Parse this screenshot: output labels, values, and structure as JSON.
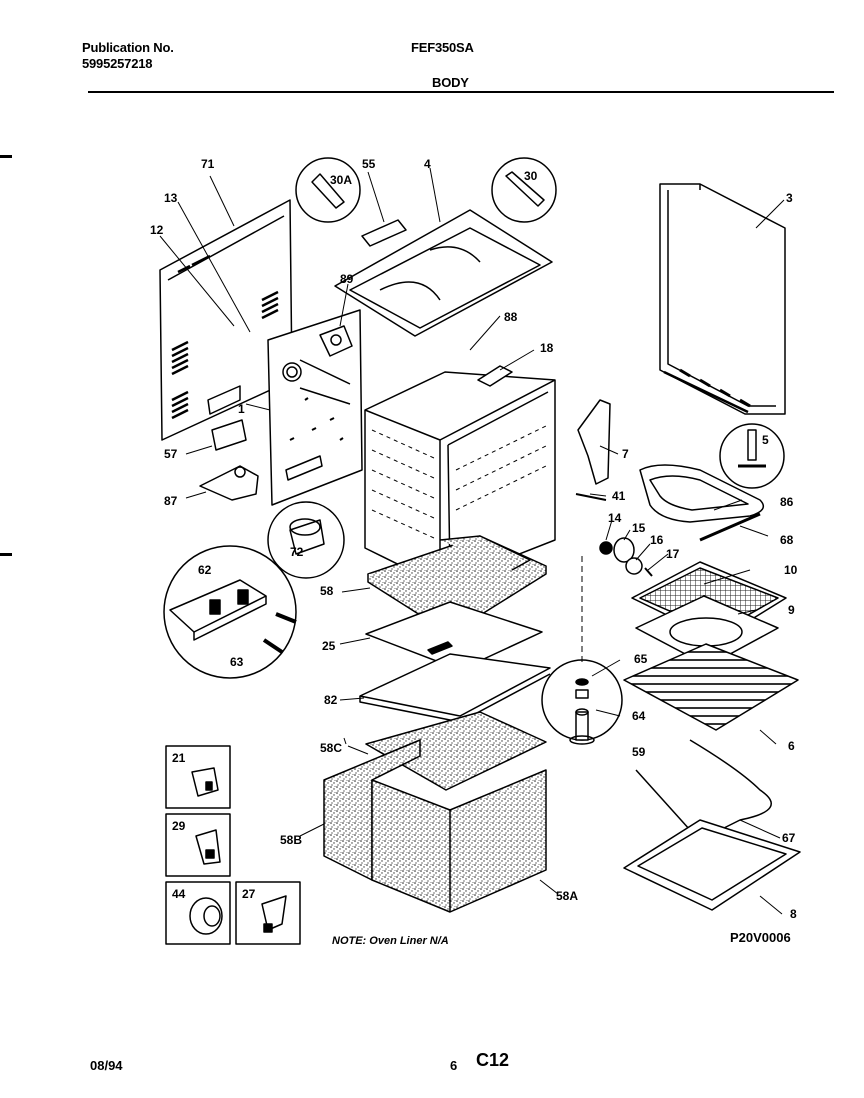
{
  "header": {
    "publication_label": "Publication No.",
    "publication_number": "5995257218",
    "model": "FEF350SA",
    "section": "BODY"
  },
  "callouts": {
    "c71": "71",
    "c13": "13",
    "c12": "12",
    "c30A": "30A",
    "c55": "55",
    "c4": "4",
    "c30": "30",
    "c3": "3",
    "c89": "89",
    "c88": "88",
    "c18": "18",
    "c1": "1",
    "c57": "57",
    "c87": "87",
    "c72": "72",
    "c7": "7",
    "c41": "41",
    "c5": "5",
    "c86": "86",
    "c14": "14",
    "c15": "15",
    "c16": "16",
    "c17": "17",
    "c68": "68",
    "c62": "62",
    "c63": "63",
    "c58": "58",
    "c25": "25",
    "c10": "10",
    "c9": "9",
    "c82": "82",
    "c65": "65",
    "c64": "64",
    "c6": "6",
    "c59": "59",
    "c58C": "58C",
    "c58B": "58B",
    "c58A": "58A",
    "c21": "21",
    "c29": "29",
    "c44": "44",
    "c27": "27",
    "c67": "67",
    "c8": "8"
  },
  "note": "NOTE: Oven Liner N/A",
  "drawing_code": "P20V0006",
  "footer": {
    "date": "08/94",
    "page": "6",
    "code": "C12"
  }
}
